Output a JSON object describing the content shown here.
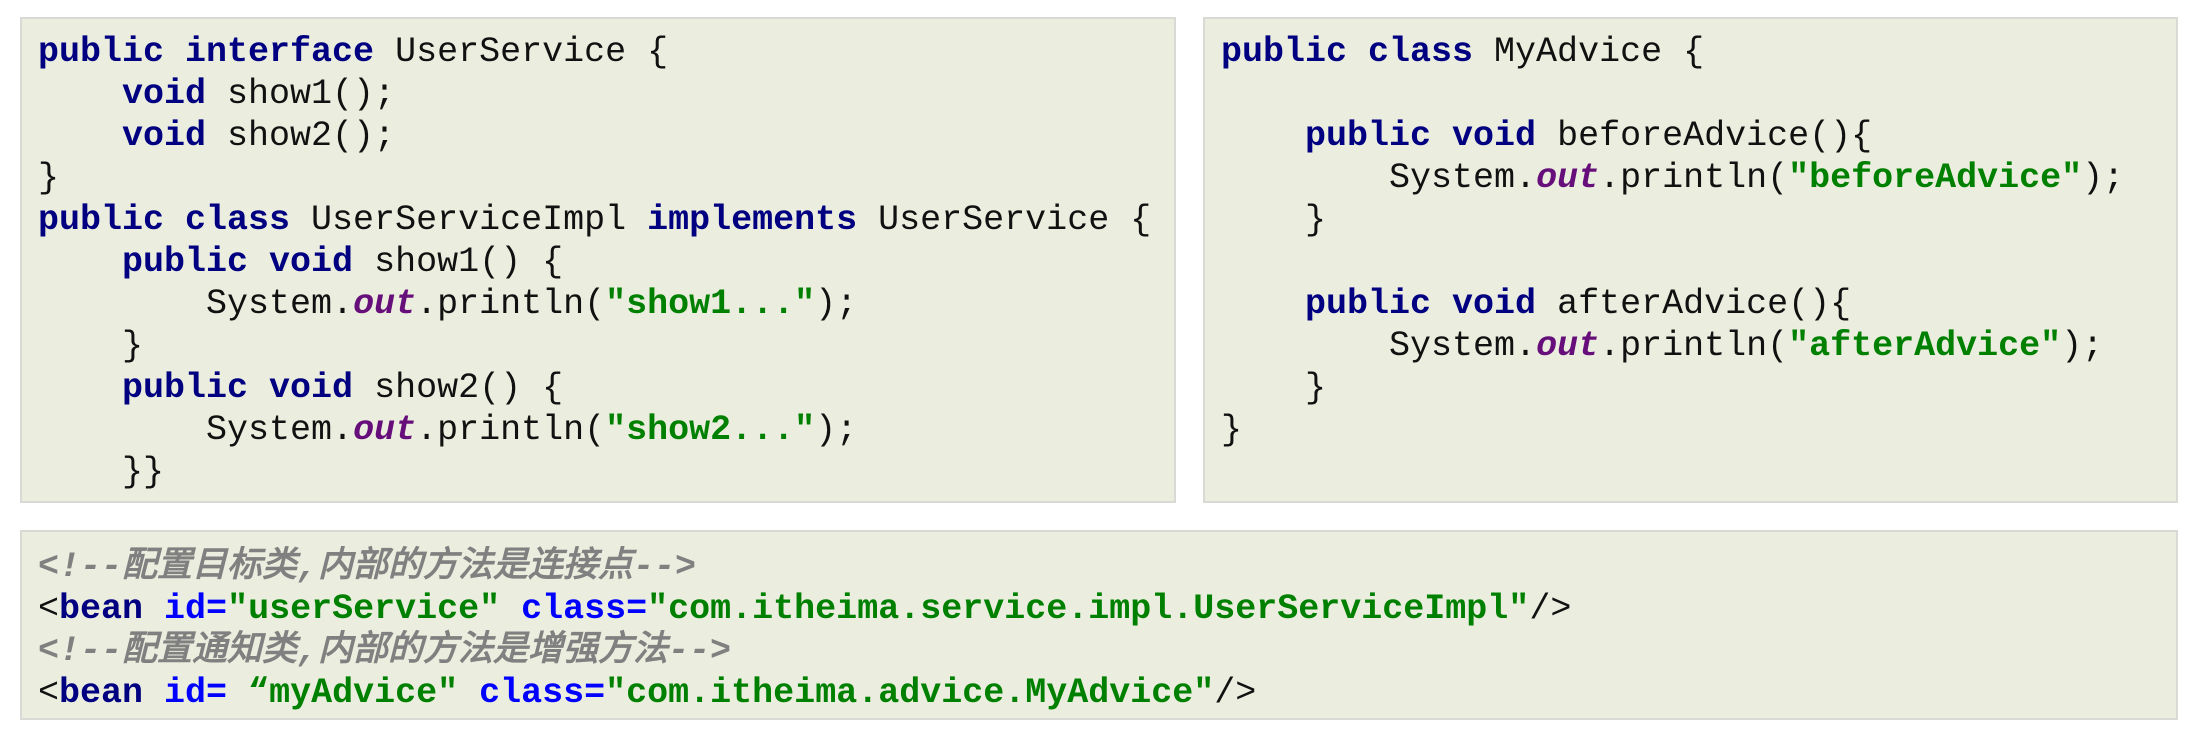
{
  "colors": {
    "keyword": "#000080",
    "field": "#660e7a",
    "string": "#008000",
    "comment": "#808080",
    "attribute": "#0000ff",
    "background": "#ebeedf"
  },
  "panels": [
    {
      "id": "p-left",
      "name": "user-service-code",
      "lines": [
        [
          [
            "kw",
            "public interface"
          ],
          [
            "pl",
            " UserService {"
          ]
        ],
        [
          [
            "pl",
            "    "
          ],
          [
            "kw",
            "void"
          ],
          [
            "pl",
            " show1();"
          ]
        ],
        [
          [
            "pl",
            "    "
          ],
          [
            "kw",
            "void"
          ],
          [
            "pl",
            " show2();"
          ]
        ],
        [
          [
            "pl",
            "}"
          ]
        ],
        [
          [
            "kw",
            "public class"
          ],
          [
            "pl",
            " UserServiceImpl "
          ],
          [
            "kw",
            "implements"
          ],
          [
            "pl",
            " UserService {"
          ]
        ],
        [
          [
            "pl",
            "    "
          ],
          [
            "kw",
            "public void"
          ],
          [
            "pl",
            " show1() {"
          ]
        ],
        [
          [
            "pl",
            "        System."
          ],
          [
            "fld",
            "out"
          ],
          [
            "pl",
            ".println("
          ],
          [
            "str",
            "\"show1...\""
          ],
          [
            "pl",
            ");"
          ]
        ],
        [
          [
            "pl",
            "    }"
          ]
        ],
        [
          [
            "pl",
            "    "
          ],
          [
            "kw",
            "public void"
          ],
          [
            "pl",
            " show2() {"
          ]
        ],
        [
          [
            "pl",
            "        System."
          ],
          [
            "fld",
            "out"
          ],
          [
            "pl",
            ".println("
          ],
          [
            "str",
            "\"show2...\""
          ],
          [
            "pl",
            ");"
          ]
        ],
        [
          [
            "pl",
            "    }}"
          ]
        ]
      ]
    },
    {
      "id": "p-right",
      "name": "my-advice-code",
      "lines": [
        [
          [
            "kw",
            "public class"
          ],
          [
            "pl",
            " MyAdvice {"
          ]
        ],
        [
          [
            "pl",
            ""
          ]
        ],
        [
          [
            "pl",
            "    "
          ],
          [
            "kw",
            "public void"
          ],
          [
            "pl",
            " beforeAdvice(){"
          ]
        ],
        [
          [
            "pl",
            "        System."
          ],
          [
            "fld",
            "out"
          ],
          [
            "pl",
            ".println("
          ],
          [
            "str",
            "\"beforeAdvice\""
          ],
          [
            "pl",
            ");"
          ]
        ],
        [
          [
            "pl",
            "    }"
          ]
        ],
        [
          [
            "pl",
            ""
          ]
        ],
        [
          [
            "pl",
            "    "
          ],
          [
            "kw",
            "public void"
          ],
          [
            "pl",
            " afterAdvice(){"
          ]
        ],
        [
          [
            "pl",
            "        System."
          ],
          [
            "fld",
            "out"
          ],
          [
            "pl",
            ".println("
          ],
          [
            "str",
            "\"afterAdvice\""
          ],
          [
            "pl",
            ");"
          ]
        ],
        [
          [
            "pl",
            "    }"
          ]
        ],
        [
          [
            "pl",
            "}"
          ]
        ]
      ]
    },
    {
      "id": "p-xml",
      "name": "spring-xml-config",
      "lines": [
        [
          [
            "cmt",
            "<!--配置目标类,内部的方法是连接点-->"
          ]
        ],
        [
          [
            "pl",
            "<"
          ],
          [
            "tag",
            "bean"
          ],
          [
            "pl",
            " "
          ],
          [
            "attr",
            "id="
          ],
          [
            "str",
            "\"userService\""
          ],
          [
            "pl",
            " "
          ],
          [
            "attr",
            "class="
          ],
          [
            "str",
            "\"com.itheima.service.impl.UserServiceImpl\""
          ],
          [
            "pl",
            "/>"
          ]
        ],
        [
          [
            "cmt",
            "<!--配置通知类,内部的方法是增强方法-->"
          ]
        ],
        [
          [
            "pl",
            "<"
          ],
          [
            "tag",
            "bean"
          ],
          [
            "pl",
            " "
          ],
          [
            "attr",
            "id="
          ],
          [
            "str",
            " “myAdvice\""
          ],
          [
            "pl",
            " "
          ],
          [
            "attr",
            "class="
          ],
          [
            "str",
            "\"com.itheima.advice.MyAdvice\""
          ],
          [
            "pl",
            "/>"
          ]
        ]
      ]
    }
  ]
}
